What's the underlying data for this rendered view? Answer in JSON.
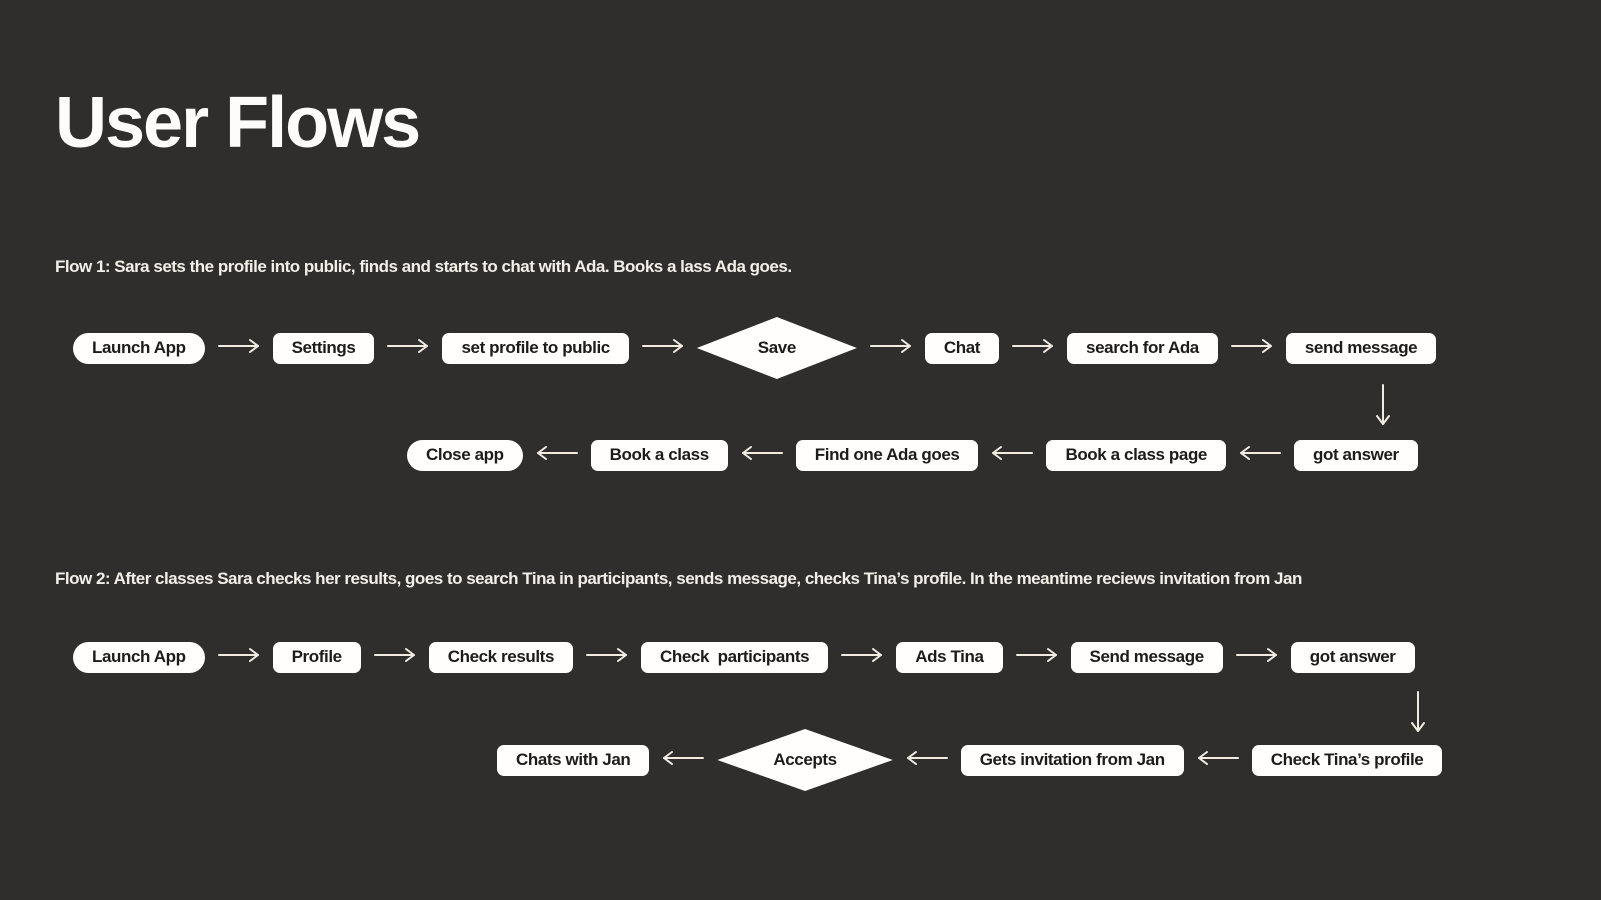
{
  "page": {
    "title": "User Flows",
    "background_color": "#302e2c",
    "title_color": "#fdfcfa",
    "label_color": "#f3efe8",
    "node_fill_color": "#fffefd",
    "node_text_color": "#1d1c1a",
    "arrow_color": "#f2ebe1"
  },
  "icons": {
    "arrow_right": "arrow-right-icon",
    "arrow_left": "arrow-left-icon",
    "arrow_down": "arrow-down-icon"
  },
  "flows": [
    {
      "name": "flow-1",
      "label": "Flow 1: Sara sets the profile into public, finds and starts to chat with Ada. Books a lass Ada goes.",
      "wrap_connector": "down-arrow",
      "rows": [
        {
          "direction": "right",
          "nodes": [
            {
              "text": "Launch App",
              "shape": "pill"
            },
            {
              "text": "Settings",
              "shape": "rect"
            },
            {
              "text": "set profile to public",
              "shape": "rect"
            },
            {
              "text": "Save",
              "shape": "diamond"
            },
            {
              "text": "Chat",
              "shape": "rect"
            },
            {
              "text": "search for Ada",
              "shape": "rect"
            },
            {
              "text": "send message",
              "shape": "rect"
            }
          ]
        },
        {
          "direction": "left",
          "nodes": [
            {
              "text": "Close app",
              "shape": "pill"
            },
            {
              "text": "Book a class",
              "shape": "rect"
            },
            {
              "text": "Find one Ada goes",
              "shape": "rect"
            },
            {
              "text": "Book a class page",
              "shape": "rect"
            },
            {
              "text": "got answer",
              "shape": "rect"
            }
          ]
        }
      ]
    },
    {
      "name": "flow-2",
      "label": "Flow 2: After classes Sara checks her results, goes to search Tina in participants, sends message, checks Tina’s profile. In the meantime reciews invitation from Jan",
      "wrap_connector": "down-arrow",
      "rows": [
        {
          "direction": "right",
          "nodes": [
            {
              "text": "Launch App",
              "shape": "pill"
            },
            {
              "text": "Profile",
              "shape": "rect"
            },
            {
              "text": "Check results",
              "shape": "rect"
            },
            {
              "text": "Check  participants",
              "shape": "rect"
            },
            {
              "text": "Ads Tina",
              "shape": "rect"
            },
            {
              "text": "Send message",
              "shape": "rect"
            },
            {
              "text": "got answer",
              "shape": "rect"
            }
          ]
        },
        {
          "direction": "left",
          "nodes": [
            {
              "text": "Chats with Jan",
              "shape": "rect"
            },
            {
              "text": "Accepts",
              "shape": "diamond"
            },
            {
              "text": "Gets invitation from Jan",
              "shape": "rect"
            },
            {
              "text": "Check Tina’s profile",
              "shape": "rect"
            }
          ]
        }
      ]
    }
  ]
}
